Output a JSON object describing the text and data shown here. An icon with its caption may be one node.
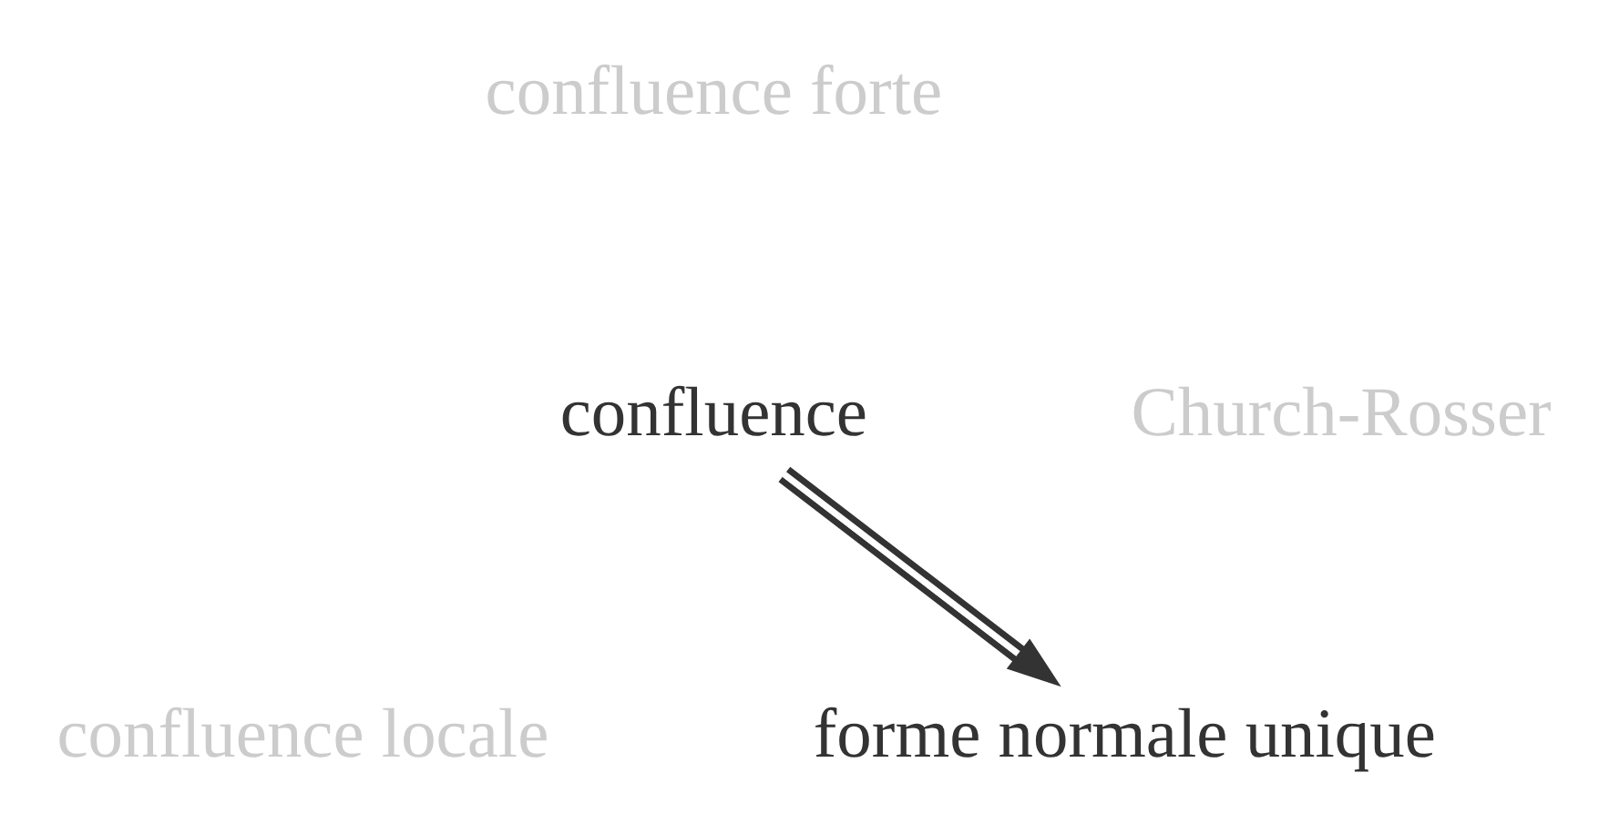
{
  "diagram": {
    "nodes": [
      {
        "text": [
          "confluence forte"
        ]
      },
      {
        "text": [
          "confluence"
        ]
      },
      {
        "text": [
          "Church-Rosser"
        ]
      },
      {
        "text": [
          "confluence locale"
        ]
      },
      {
        "text": [
          "forme normale unique"
        ]
      }
    ],
    "edges": [
      {
        "from": 1,
        "to": 4,
        "arrow": "to"
      }
    ]
  }
}
